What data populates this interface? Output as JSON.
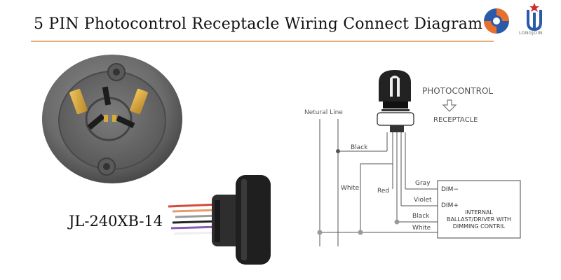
{
  "title": "5 PIN Photocontrol Receptacle Wiring Connect Diagram",
  "model": "JL-240XB-14",
  "brand": {
    "wordmark": "LONGJOIN"
  },
  "diagram": {
    "photocontrol_label": "PHOTOCONTROL",
    "receptacle_label": "RECEPTACLE",
    "neutral_line_label": "Netural Line",
    "wires": {
      "black": "Black",
      "white": "White",
      "red": "Red",
      "gray": "Gray",
      "violet": "Violet",
      "black_dim": "Black",
      "white_dim": "White"
    },
    "driver": {
      "dim_minus": "DIM−",
      "dim_plus": "DIM+",
      "line1": "INTERNAL",
      "line2": "BALLAST/DRIVER WITH",
      "line3": "DIMMING CONTRIL"
    }
  },
  "colors": {
    "title_rule": "#e3b07a",
    "logo_orange": "#e8702a",
    "logo_blue": "#2a5aa8",
    "contact_gold": "#d9a93a",
    "line": "#555555",
    "dot": "#9a9a9a"
  }
}
